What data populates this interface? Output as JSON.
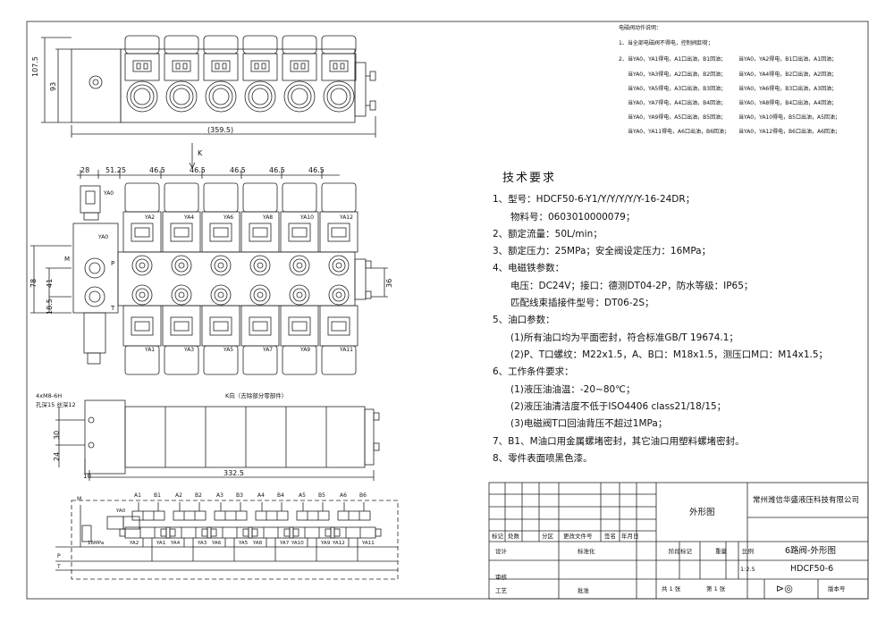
{
  "drawing": {
    "dims": {
      "top_height_outer": "107.5",
      "top_height_inner": "93",
      "top_width": "(359.5)",
      "view_arrow": "K",
      "spacing_first": "28",
      "spacing_second": "51.25",
      "section_pitch": "46.5",
      "left_total": "78",
      "left_mid": "41",
      "left_low": "18.5",
      "right_dim": "36",
      "bottom_width": "332.5",
      "bottom_h1": "30",
      "bottom_h2": "24",
      "bottom_off": "10"
    },
    "port_labels": {
      "m": "M",
      "p": "P",
      "t": "T",
      "ya0": "YA0"
    },
    "solenoid_upper": [
      "YA2",
      "YA4",
      "YA6",
      "YA8",
      "YA10",
      "YA12"
    ],
    "solenoid_lower": [
      "YA1",
      "YA3",
      "YA5",
      "YA7",
      "YA9",
      "YA11"
    ],
    "k_view_label": "K向（去除部分零部件）",
    "thread_callout": [
      "4xM8-6H",
      "孔深15  丝深12"
    ],
    "schematic": {
      "ports_a": [
        "A1",
        "A2",
        "A3",
        "A4",
        "A5",
        "A6"
      ],
      "ports_b": [
        "B1",
        "B2",
        "B3",
        "B4",
        "B5",
        "B6"
      ],
      "relief": "16MPa",
      "line_m": "M",
      "line_p": "P",
      "line_t": "T"
    }
  },
  "notes": {
    "title": "电磁阀动作说明：",
    "line1": "1、当全部电磁阀不得电，控制阀卸荷；",
    "line2_prefix": "2、",
    "rows": [
      [
        "当YA0，YA1得电，A1口出油，B1回油；",
        "当YA0，YA2得电，B1口出油，A1回油；"
      ],
      [
        "当YA0，YA3得电，A2口出油，B2回油；",
        "当YA0，YA4得电，B2口出油，A2回油；"
      ],
      [
        "当YA0，YA5得电，A3口出油，B3回油；",
        "当YA0，YA6得电，B3口出油，A3回油；"
      ],
      [
        "当YA0，YA7得电，A4口出油，B4回油；",
        "当YA0，YA8得电，B4口出油，A4回油；"
      ],
      [
        "当YA0，YA9得电，A5口出油，B5回油；",
        "当YA0，YA10得电，B5口出油，A5回油；"
      ],
      [
        "当YA0，YA11得电，A6口出油，B6回油；",
        "当YA0，YA12得电，B6口出油，A6回油；"
      ]
    ]
  },
  "tech": {
    "title": "技术要求",
    "lines": [
      "1、型号：HDCF50-6-Y1/Y/Y/Y/Y/Y-16-24DR；",
      "物料号：0603010000079；",
      "2、额定流量：50L/min；",
      "3、额定压力：25MPa；安全阀设定压力：16MPa；",
      "4、电磁铁参数：",
      "电压：DC24V；接口：德测DT04-2P，防水等级：IP65；",
      "匹配线束插接件型号：DT06-2S；",
      "5、油口参数：",
      "(1)所有油口均为平面密封，符合标准GB/T 19674.1；",
      "(2)P、T口螺纹：M22x1.5，A、B口：M18x1.5，测压口M口：M14x1.5；",
      "6、工作条件要求：",
      "(1)液压油油温：-20~80℃；",
      "(2)液压油清洁度不低于ISO4406 class21/18/15；",
      "(3)电磁阀T口回油背压不超过1MPa；",
      "7、B1、M油口用金属螺堵密封，其它油口用塑料螺堵密封。",
      "8、零件表面喷黑色漆。"
    ]
  },
  "title_block": {
    "view_name": "外形图",
    "company": "常州潍信华盛液压科技有限公司",
    "col_mark": "标记",
    "col_count": "处数",
    "col_zone": "分区",
    "col_doc": "更改文件号",
    "col_sign": "签名",
    "col_date": "年月日",
    "design": "设计",
    "standard": "标准化",
    "check": "审核",
    "process": "工艺",
    "approve": "批准",
    "stage_mark": "阶段标记",
    "weight": "重量",
    "scale_label": "比例",
    "scale": "1:2.5",
    "part_name": "6路阀-外形图",
    "part_code": "HDCF50-6",
    "sheets": "共 1 张",
    "sheet_no": "第 1 张",
    "version": "版本号"
  }
}
